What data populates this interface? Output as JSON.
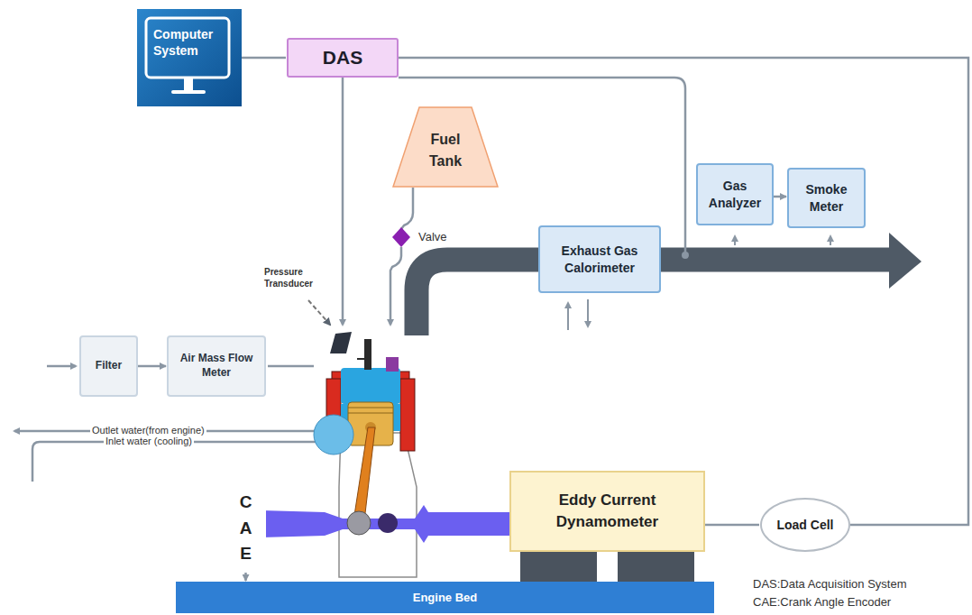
{
  "diagram": {
    "nodes": [
      {
        "text": [
          "Computer System"
        ]
      },
      {
        "text": [
          "DAS"
        ]
      },
      {
        "text": [
          "Fuel Tank"
        ]
      },
      {
        "text": [
          "Gas Analyzer"
        ]
      },
      {
        "text": [
          "Smoke Meter"
        ]
      },
      {
        "text": [
          "Exhaust Gas Calorimeter"
        ]
      },
      {
        "text": [
          "Filter"
        ]
      },
      {
        "text": [
          "Air Mass Flow Meter"
        ]
      },
      {
        "text": [
          "C A E"
        ]
      },
      {
        "text": [
          "Eddy Current Dynamometer"
        ]
      },
      {
        "text": [
          "Load Cell"
        ]
      },
      {
        "text": [
          "Engine Bed"
        ]
      }
    ],
    "edges": [
      {
        "from": 0,
        "to": 1,
        "arrow": "none"
      },
      {
        "from": 1,
        "to": 10,
        "arrow": "none"
      },
      {
        "from": 9,
        "to": 10,
        "arrow": "none"
      },
      {
        "from": 3,
        "to": 4,
        "arrow": "to"
      },
      {
        "from": 6,
        "to": 7,
        "arrow": "to"
      },
      {
        "from": 8,
        "to": 11,
        "arrow": "to"
      }
    ],
    "labels": [
      "Valve",
      "Pressure Transducer",
      "Outlet water(from engine)",
      "Inlet water (cooling)",
      "DAS:Data Acquisition System",
      "CAE:Crank Angle Encoder"
    ]
  }
}
